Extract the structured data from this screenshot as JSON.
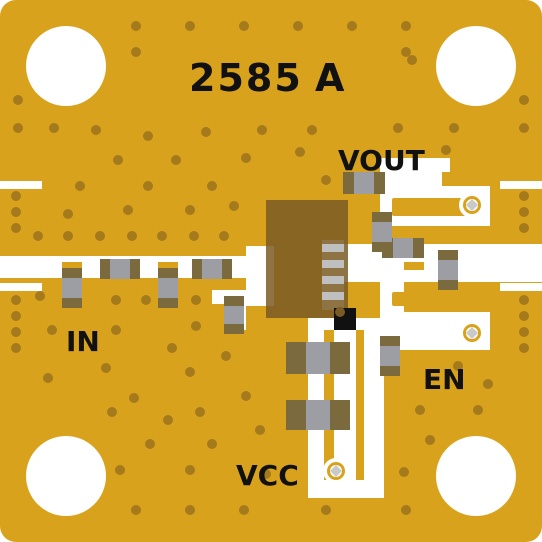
{
  "board": {
    "part_number": "2585",
    "revision": "A",
    "labels": {
      "input": "IN",
      "output": "VOUT",
      "enable": "EN",
      "supply": "VCC"
    }
  },
  "colors": {
    "substrate": "#d9a21c",
    "via": "#a47a1d",
    "copper": "#ffffff",
    "silkscreen": "#111111",
    "component_body": "#9c9ea3",
    "component_pad": "#7b6a3e",
    "ic_body": "#7a5a25"
  },
  "icons": {
    "mounting_hole": "mounting-hole-icon",
    "test_point": "test-point-icon",
    "pin1_marker": "pin1-marker-icon"
  }
}
